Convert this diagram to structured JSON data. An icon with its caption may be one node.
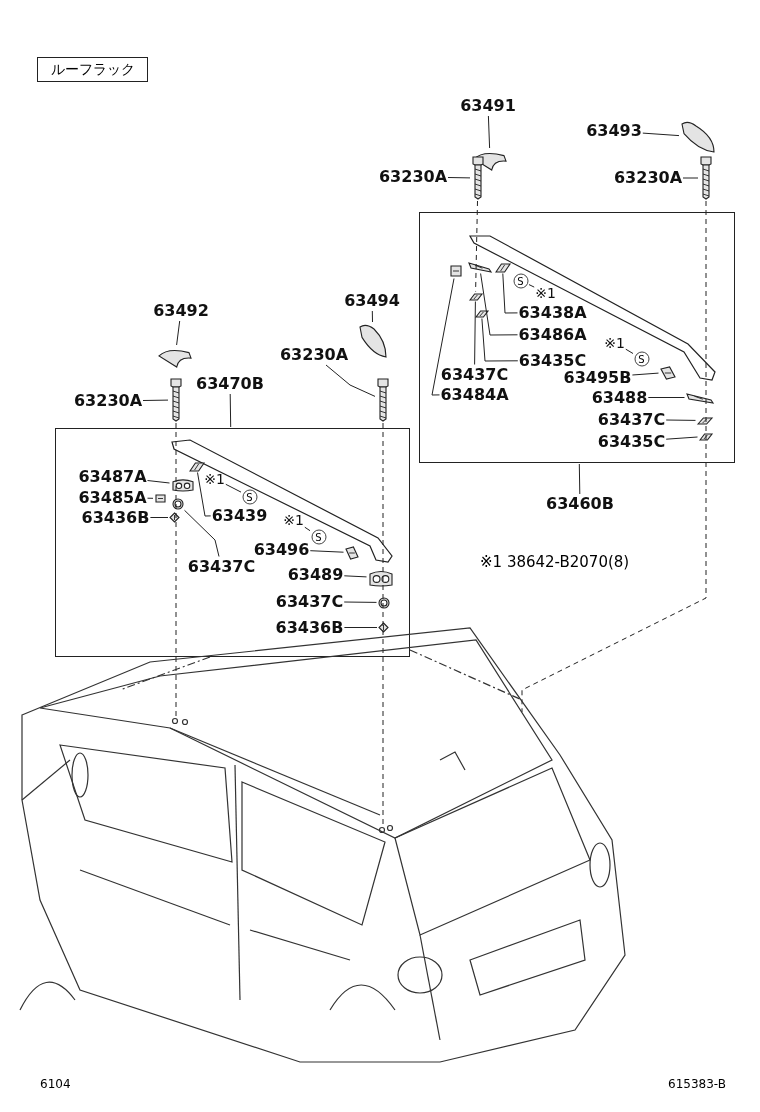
{
  "diagram": {
    "nodes": [
      {
        "text": [
          "ルーフラック"
        ]
      },
      {
        "text": [
          "63491"
        ]
      },
      {
        "text": [],
        "shape": "picture"
      },
      {
        "text": [
          "63230A"
        ]
      },
      {
        "text": [],
        "shape": "picture"
      },
      {
        "text": [
          "63493"
        ]
      },
      {
        "text": [],
        "shape": "picture"
      },
      {
        "text": [
          "63230A"
        ]
      },
      {
        "text": [],
        "shape": "picture"
      },
      {
        "text": [],
        "shape": "box"
      },
      {
        "text": [
          "63460B"
        ]
      },
      {
        "text": [
          "※1"
        ],
        "in": 9
      },
      {
        "text": [
          "S"
        ],
        "in": 9
      },
      {
        "text": [
          "63438A"
        ],
        "in": 9
      },
      {
        "text": [],
        "shape": "picture",
        "in": 9
      },
      {
        "text": [
          "63486A"
        ],
        "in": 9
      },
      {
        "text": [],
        "shape": "picture",
        "in": 9
      },
      {
        "text": [
          "63435C"
        ],
        "in": 9
      },
      {
        "text": [],
        "shape": "picture",
        "in": 9
      },
      {
        "text": [
          "63437C"
        ],
        "in": 9
      },
      {
        "text": [],
        "shape": "picture",
        "in": 9
      },
      {
        "text": [
          "63484A"
        ],
        "in": 9
      },
      {
        "text": [],
        "shape": "picture",
        "in": 9
      },
      {
        "text": [
          "※1"
        ],
        "in": 9
      },
      {
        "text": [
          "S"
        ],
        "in": 9
      },
      {
        "text": [
          "63495B"
        ],
        "in": 9
      },
      {
        "text": [],
        "shape": "picture",
        "in": 9
      },
      {
        "text": [
          "63488"
        ],
        "in": 9
      },
      {
        "text": [],
        "shape": "picture",
        "in": 9
      },
      {
        "text": [
          "63437C"
        ],
        "in": 9
      },
      {
        "text": [],
        "shape": "picture",
        "in": 9
      },
      {
        "text": [
          "63435C"
        ],
        "in": 9
      },
      {
        "text": [],
        "shape": "picture",
        "in": 9
      },
      {
        "text": [
          "63492"
        ]
      },
      {
        "text": [],
        "shape": "picture"
      },
      {
        "text": [
          "63494"
        ]
      },
      {
        "text": [],
        "shape": "picture"
      },
      {
        "text": [
          "63230A"
        ]
      },
      {
        "text": [],
        "shape": "picture"
      },
      {
        "text": [
          "63230A"
        ]
      },
      {
        "text": [],
        "shape": "picture"
      },
      {
        "text": [
          "63470B"
        ]
      },
      {
        "text": [],
        "shape": "box"
      },
      {
        "text": [
          "63487A"
        ],
        "in": 42
      },
      {
        "text": [],
        "shape": "picture",
        "in": 42
      },
      {
        "text": [
          "63485A"
        ],
        "in": 42
      },
      {
        "text": [],
        "shape": "picture",
        "in": 42
      },
      {
        "text": [
          "63436B"
        ],
        "in": 42
      },
      {
        "text": [],
        "shape": "picture",
        "in": 42
      },
      {
        "text": [
          "※1"
        ],
        "in": 42
      },
      {
        "text": [
          "S"
        ],
        "in": 42
      },
      {
        "text": [
          "63439"
        ],
        "in": 42
      },
      {
        "text": [],
        "shape": "picture",
        "in": 42
      },
      {
        "text": [
          "※1"
        ],
        "in": 42
      },
      {
        "text": [
          "S"
        ],
        "in": 42
      },
      {
        "text": [
          "63496"
        ],
        "in": 42
      },
      {
        "text": [],
        "shape": "picture",
        "in": 42
      },
      {
        "text": [
          "63437C"
        ],
        "in": 42
      },
      {
        "text": [],
        "shape": "picture",
        "in": 42
      },
      {
        "text": [
          "63489"
        ],
        "in": 42
      },
      {
        "text": [],
        "shape": "picture",
        "in": 42
      },
      {
        "text": [
          "63437C"
        ],
        "in": 42
      },
      {
        "text": [],
        "shape": "picture",
        "in": 42
      },
      {
        "text": [
          "63436B"
        ],
        "in": 42
      },
      {
        "text": [],
        "shape": "picture",
        "in": 42
      },
      {
        "text": [],
        "shape": "picture"
      }
    ],
    "edges": [
      {
        "from": 1,
        "to": 2,
        "arrow": "none"
      },
      {
        "from": 3,
        "to": 4,
        "arrow": "none"
      },
      {
        "from": 5,
        "to": 6,
        "arrow": "none"
      },
      {
        "from": 7,
        "to": 8,
        "arrow": "none"
      },
      {
        "from": 10,
        "to": 9,
        "arrow": "none"
      },
      {
        "from": 11,
        "to": 12,
        "arrow": "none"
      },
      {
        "from": 13,
        "to": 14,
        "arrow": "none"
      },
      {
        "from": 15,
        "to": 16,
        "arrow": "none"
      },
      {
        "from": 17,
        "to": 18,
        "arrow": "none"
      },
      {
        "from": 19,
        "to": 20,
        "arrow": "none"
      },
      {
        "from": 21,
        "to": 22,
        "arrow": "none"
      },
      {
        "from": 23,
        "to": 24,
        "arrow": "none"
      },
      {
        "from": 25,
        "to": 26,
        "arrow": "none"
      },
      {
        "from": 27,
        "to": 28,
        "arrow": "none"
      },
      {
        "from": 29,
        "to": 30,
        "arrow": "none"
      },
      {
        "from": 31,
        "to": 32,
        "arrow": "none"
      },
      {
        "from": 33,
        "to": 34,
        "arrow": "none"
      },
      {
        "from": 35,
        "to": 36,
        "arrow": "none"
      },
      {
        "from": 37,
        "to": 38,
        "arrow": "none"
      },
      {
        "from": 39,
        "to": 40,
        "arrow": "none"
      },
      {
        "from": 41,
        "to": 42,
        "arrow": "none"
      },
      {
        "from": 43,
        "to": 44,
        "arrow": "none"
      },
      {
        "from": 45,
        "to": 46,
        "arrow": "none"
      },
      {
        "from": 47,
        "to": 48,
        "arrow": "none"
      },
      {
        "from": 49,
        "to": 50,
        "arrow": "none"
      },
      {
        "from": 51,
        "to": 52,
        "arrow": "none"
      },
      {
        "from": 53,
        "to": 54,
        "arrow": "none"
      },
      {
        "from": 55,
        "to": 56,
        "arrow": "none"
      },
      {
        "from": 57,
        "to": 58,
        "arrow": "none"
      },
      {
        "from": 59,
        "to": 60,
        "arrow": "none"
      },
      {
        "from": 61,
        "to": 62,
        "arrow": "none"
      },
      {
        "from": 63,
        "to": 64,
        "arrow": "none"
      },
      {
        "from": 4,
        "to": 20,
        "arrow": "none",
        "style": "dashed"
      },
      {
        "from": 38,
        "to": 65,
        "arrow": "none",
        "style": "dashed"
      },
      {
        "from": 40,
        "to": 65,
        "arrow": "none",
        "style": "dashed"
      },
      {
        "from": 8,
        "to": 65,
        "arrow": "none",
        "style": "dashed"
      }
    ],
    "labels": [
      "※1 38642-B2070(8)",
      "6104",
      "615383-B"
    ]
  }
}
